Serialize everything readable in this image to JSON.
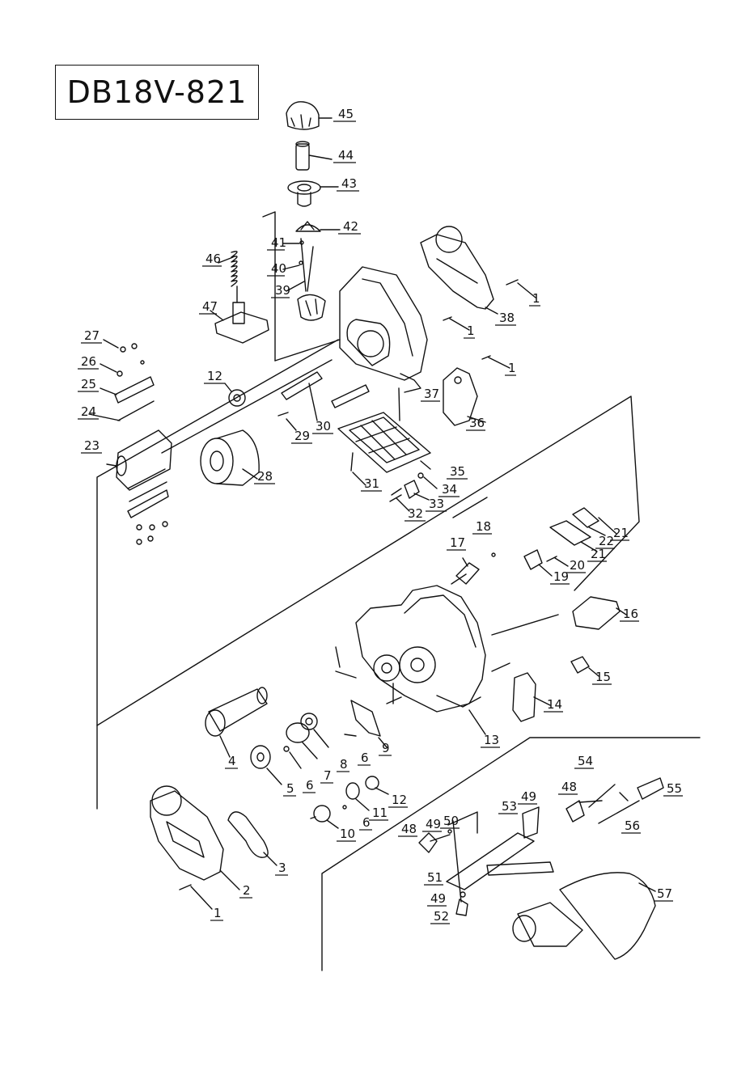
{
  "model": "DB18V-821",
  "parts": {
    "p1": "1",
    "p2": "2",
    "p3": "3",
    "p4": "4",
    "p5": "5",
    "p6": "6",
    "p7": "7",
    "p8": "8",
    "p9": "9",
    "p10": "10",
    "p11": "11",
    "p12": "12",
    "p13": "13",
    "p14": "14",
    "p15": "15",
    "p16": "16",
    "p17": "17",
    "p18": "18",
    "p19": "19",
    "p20": "20",
    "p21": "21",
    "p22": "22",
    "p23": "23",
    "p24": "24",
    "p25": "25",
    "p26": "26",
    "p27": "27",
    "p28": "28",
    "p29": "29",
    "p30": "30",
    "p31": "31",
    "p32": "32",
    "p33": "33",
    "p34": "34",
    "p35": "35",
    "p36": "36",
    "p37": "37",
    "p38": "38",
    "p39": "39",
    "p40": "40",
    "p41": "41",
    "p42": "42",
    "p43": "43",
    "p44": "44",
    "p45": "45",
    "p46": "46",
    "p47": "47",
    "p48": "48",
    "p49": "49",
    "p50": "50",
    "p51": "51",
    "p52": "52",
    "p53": "53",
    "p54": "54",
    "p55": "55",
    "p56": "56",
    "p57": "57"
  }
}
